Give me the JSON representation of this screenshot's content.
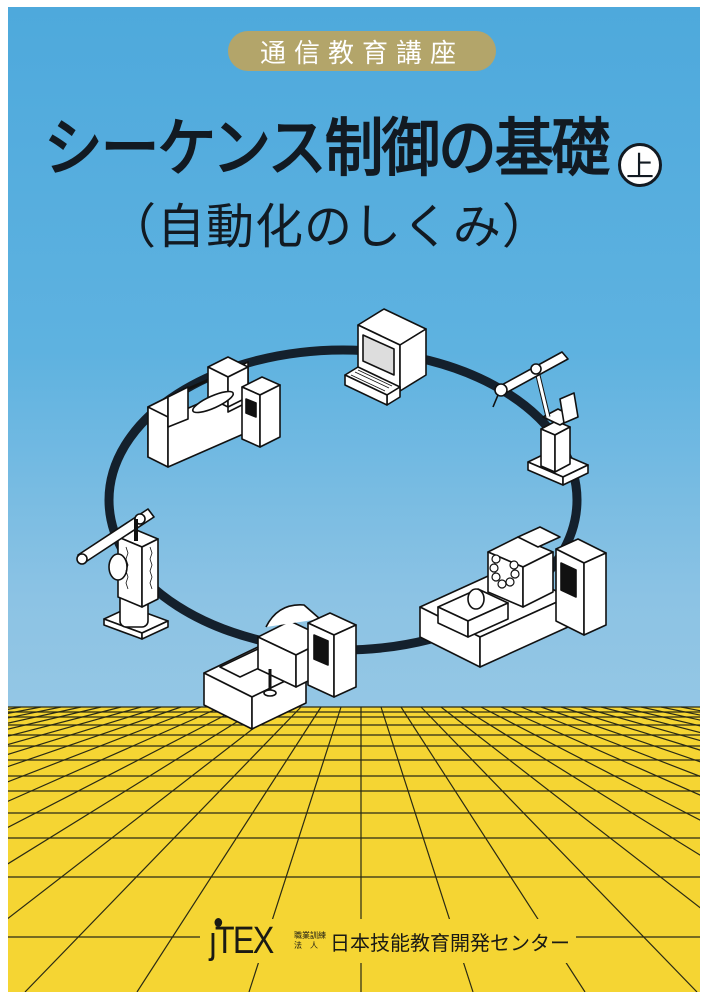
{
  "cover": {
    "series_label": "通信教育講座",
    "title": "シーケンス制御の基礎",
    "volume_mark": "上",
    "subtitle": "（自動化のしくみ）",
    "publisher": {
      "logo_text": "TEX",
      "org_type_line1": "職業訓練",
      "org_type_line2": "法　人",
      "name": "日本技能教育開発センター"
    }
  },
  "illustration": {
    "description": "Ring of automated machines connected in a loop",
    "machines": [
      "lathe-with-controller",
      "computer-terminal",
      "welding-robot",
      "machining-center-with-tool-changer",
      "milling-machine-with-controller",
      "cylindrical-robot-arm"
    ]
  },
  "colors": {
    "sky_top": "#4ea9dc",
    "sky_bottom": "#a8d0e7",
    "floor": "#f5d533",
    "grid_line": "#2a2a14",
    "badge": "#b3a56a",
    "title_text": "#121a22"
  }
}
